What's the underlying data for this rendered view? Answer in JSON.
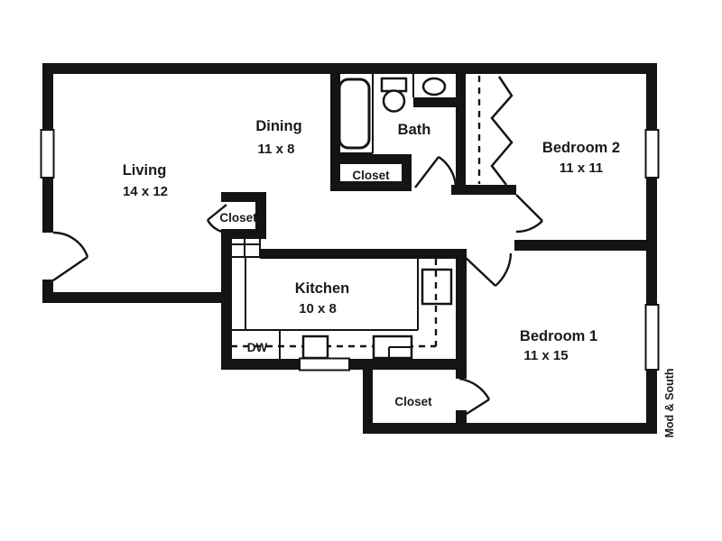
{
  "title": "Apartment floor plan",
  "colors": {
    "wall": "#141414",
    "background": "#ffffff",
    "text": "#1a1a1a"
  },
  "rooms": {
    "living": {
      "label": "Living",
      "dims": "14 x 12"
    },
    "dining": {
      "label": "Dining",
      "dims": "11 x 8"
    },
    "bath": {
      "label": "Bath"
    },
    "bedroom2": {
      "label": "Bedroom 2",
      "dims": "11 x 11"
    },
    "kitchen": {
      "label": "Kitchen",
      "dims": "10 x 8"
    },
    "bedroom1": {
      "label": "Bedroom 1",
      "dims": "11 x 15"
    }
  },
  "closets": {
    "bath_closet": "Closet",
    "kitchen_closet": "Closet",
    "bedroom1_closet": "Closet"
  },
  "appliances": {
    "dishwasher": "DW"
  },
  "plan_label": "Mod & South"
}
